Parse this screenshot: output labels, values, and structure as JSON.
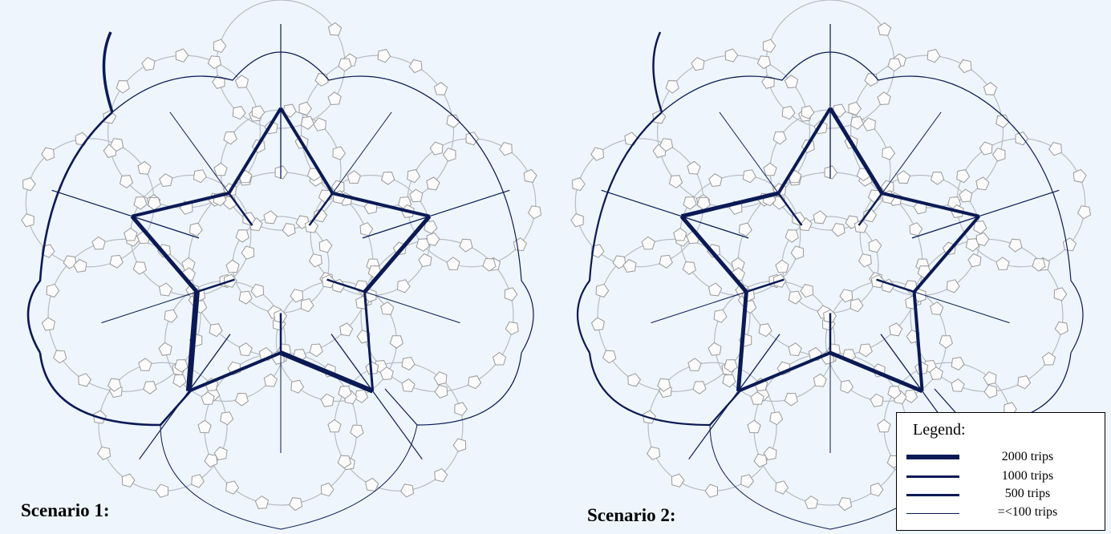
{
  "panels": [
    {
      "id": "scenario-1",
      "label": "Scenario 1:"
    },
    {
      "id": "scenario-2",
      "label": "Scenario 2:"
    }
  ],
  "legend": {
    "title": "Legend:",
    "entries": [
      {
        "label": "2000 trips",
        "trips": 2000
      },
      {
        "label": "1000 trips",
        "trips": 1000
      },
      {
        "label": "500 trips",
        "trips": 500
      },
      {
        "label": "=<100 trips",
        "trips": 100
      }
    ]
  },
  "colors": {
    "background": "#eef5fc",
    "route": "#0b1a55",
    "tile": "#9a9a9a",
    "circle": "#444a6a"
  }
}
